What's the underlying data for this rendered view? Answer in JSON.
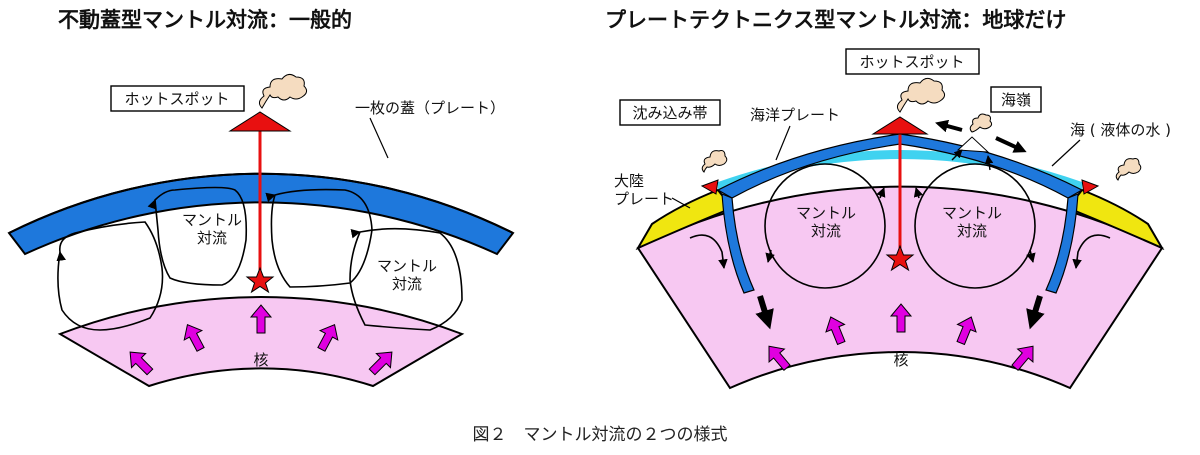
{
  "left": {
    "title": "不動蓋型マントル対流：一般的",
    "hotspot": "ホットスポット",
    "lid": "一枚の蓋（プレート）",
    "cell1_l1": "マントル",
    "cell1_l2": "対流",
    "cell2_l1": "マントル",
    "cell2_l2": "対流",
    "core": "核"
  },
  "right": {
    "title": "プレートテクトニクス型マントル対流：地球だけ",
    "hotspot": "ホットスポット",
    "subduction": "沈み込み帯",
    "ridge": "海嶺",
    "ocean_plate": "海洋プレート",
    "sea": "海 ( 液体の水 )",
    "continent_l1": "大陸",
    "continent_l2": "プレート",
    "cell1_l1": "マントル",
    "cell1_l2": "対流",
    "cell2_l1": "マントル",
    "cell2_l2": "対流",
    "core": "核"
  },
  "caption": "図２　マントル対流の２つの様式",
  "colors": {
    "mantle": "#f7c8f2",
    "lid": "#1e78dc",
    "ocean": "#40d2f0",
    "continent": "#f0e610",
    "hotspot": "#e81010",
    "core_arrow": "#e000e0",
    "smoke": "#f5dcc0"
  }
}
